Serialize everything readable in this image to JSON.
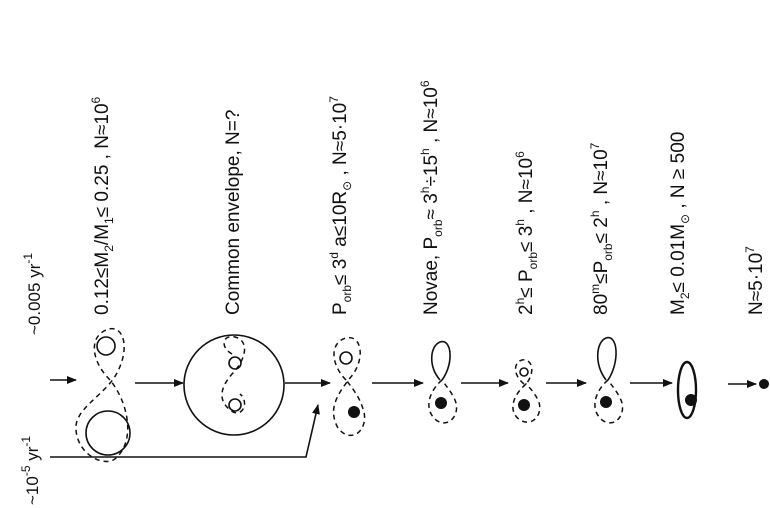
{
  "rates": {
    "top": {
      "prefix": "~0.005 yr",
      "sup": "-1"
    },
    "bottom": {
      "prefix": "~10",
      "sup1": "-5",
      "mid": " yr",
      "sup2": "-1"
    }
  },
  "stages": [
    {
      "t1": "0.12≤M",
      "s1": "2",
      "t2": "/M",
      "s2": "1",
      "t3": "≤ 0.25 ,  N≈10",
      "p1": "6"
    },
    {
      "t1": "Common envelope,   N=?"
    },
    {
      "t1": "P",
      "s1": "orb",
      "t2": "≤ 3",
      "p1": "d",
      "t3": "  a≤10R",
      "s2": "⊙",
      "t4": " , N≈5·10",
      "p2": "7"
    },
    {
      "t1": "Novae, P",
      "s1": "orb",
      "t2": "≈ 3",
      "p1": "h",
      "t3": "÷15",
      "p2": "h",
      "t4": " , N≈10",
      "p3": "6"
    },
    {
      "t1": "2",
      "p1": "h",
      "t2": "≤ P",
      "s1": "orb",
      "t3": "≤ 3",
      "p2": "h",
      "t4": " , N≈10",
      "p3": "6"
    },
    {
      "t1": "80",
      "p1": "m",
      "t2": "≤P",
      "s1": "orb",
      "t3": "≤ 2",
      "p2": "h",
      "t4": " , N≈10",
      "p3": "7"
    },
    {
      "t1": "M",
      "s1": "2",
      "t2": "≤ 0.01M",
      "s2": "⊙",
      "t3": " , N ≥ 500"
    },
    {
      "t1": "N≈5·10",
      "p1": "7"
    }
  ]
}
